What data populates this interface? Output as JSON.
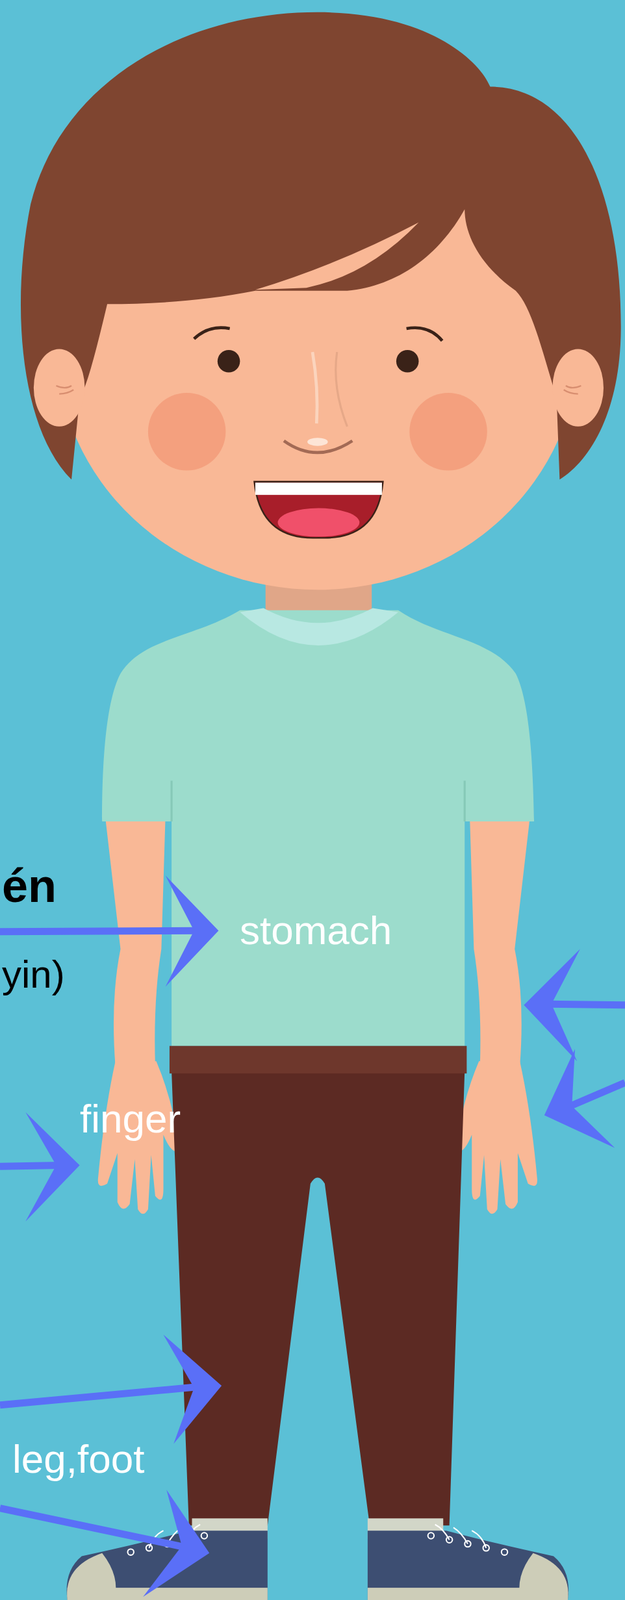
{
  "diagram": {
    "labels": [
      "én",
      "yin)",
      "stomach",
      "finger",
      "leg,foot"
    ]
  }
}
